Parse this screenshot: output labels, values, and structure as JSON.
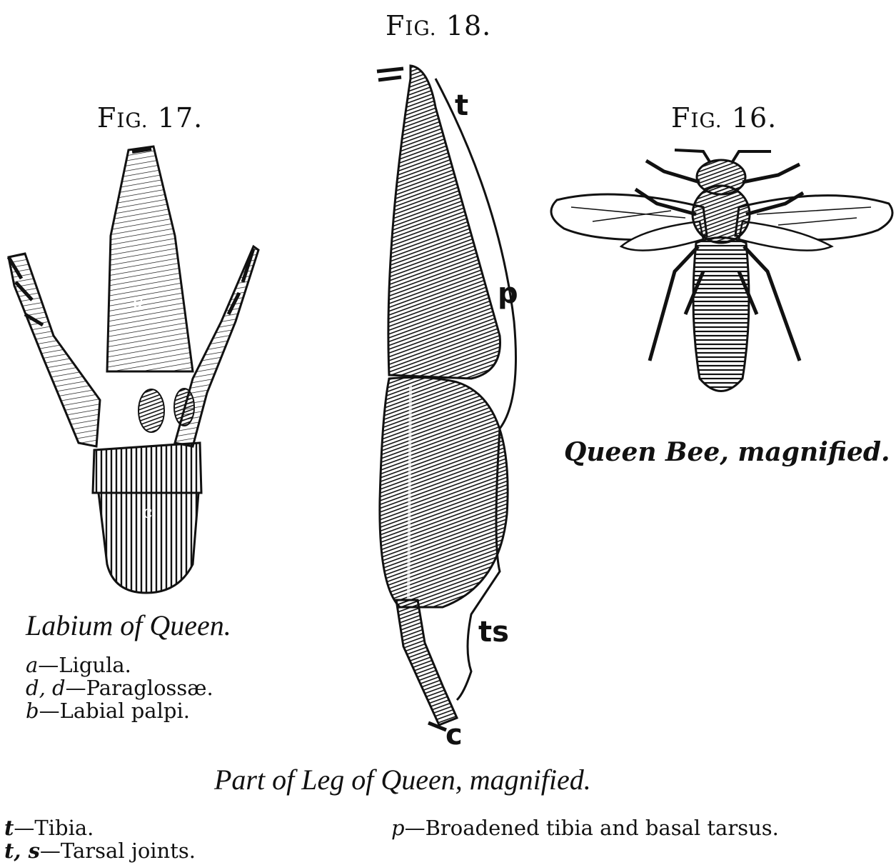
{
  "fig18": {
    "title_prefix": "F",
    "title_small": "IG.",
    "title_num": "18.",
    "labels": {
      "t": "t",
      "p": "p",
      "ts": "ts",
      "c": "c"
    },
    "caption": "Part of Leg of Queen, magnified.",
    "legend_left": [
      {
        "key": "t",
        "text": "—Tibia."
      },
      {
        "key": "t, s",
        "text": "—Tarsal joints."
      }
    ],
    "legend_right": [
      {
        "key": "p",
        "text": "—Broadened tibia and basal tarsus."
      }
    ]
  },
  "fig17": {
    "title_prefix": "F",
    "title_small": "IG.",
    "title_num": "17.",
    "caption": "Labium of Queen.",
    "legend": [
      {
        "key": "a",
        "text": "—Ligula."
      },
      {
        "key": "d, d",
        "text": "—Paraglossæ."
      },
      {
        "key": "b",
        "text": "—Labial palpi."
      }
    ]
  },
  "fig16": {
    "title_prefix": "F",
    "title_small": "IG.",
    "title_num": "16.",
    "caption": "Queen Bee, magnified."
  }
}
